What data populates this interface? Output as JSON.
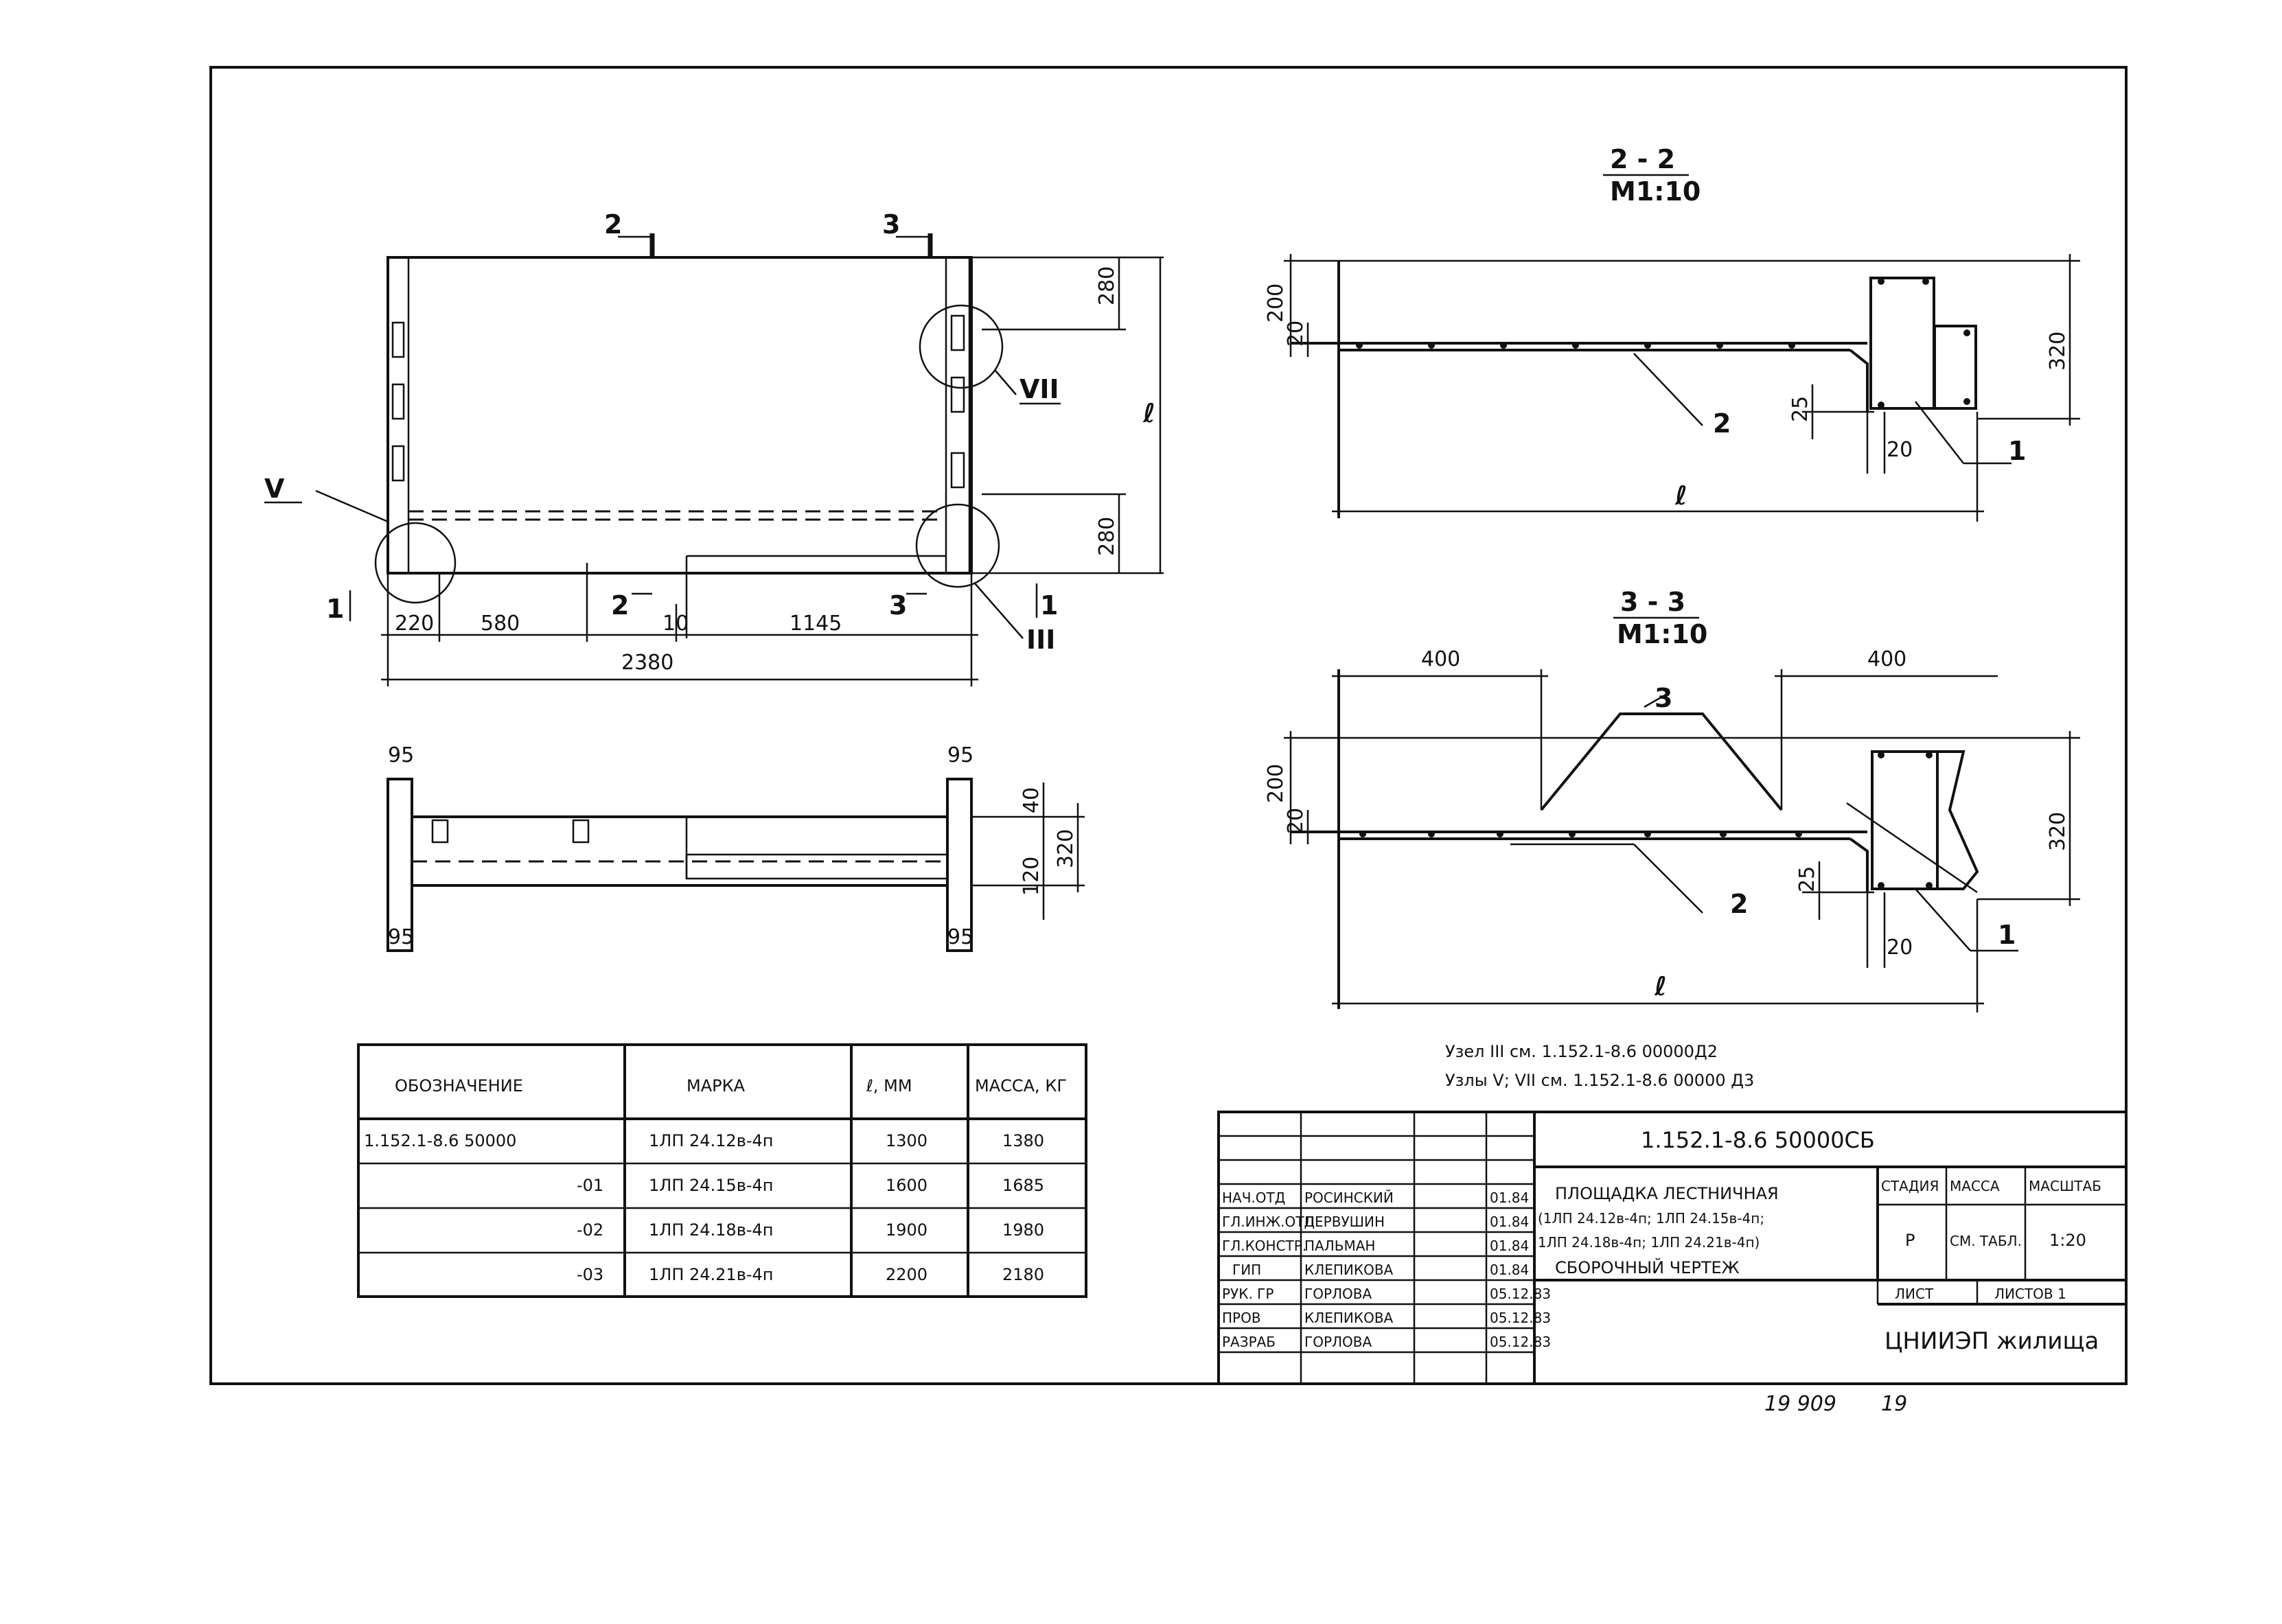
{
  "plan": {
    "cut_2": "2",
    "cut_3": "3",
    "cut_1": "1",
    "node_v": "V",
    "node_vii": "VII",
    "node_iii": "III",
    "dim_l": "ℓ",
    "dim_280_top": "280",
    "dim_280_bottom": "280",
    "dim_220": "220",
    "dim_580": "580",
    "dim_10": "10",
    "dim_1145": "1145",
    "dim_2380": "2380"
  },
  "elevation": {
    "dim_95_tl": "95",
    "dim_95_tr": "95",
    "dim_95_bl": "95",
    "dim_95_br": "95",
    "dim_40": "40",
    "dim_120": "120",
    "dim_320": "320"
  },
  "section_2": {
    "title": "2 - 2",
    "scale": "М1:10",
    "dim_200": "200",
    "dim_20": "20",
    "dim_320": "320",
    "dim_25": "25",
    "dim_20b": "20",
    "dim_l": "ℓ",
    "callout_1": "1",
    "callout_2": "2"
  },
  "section_3": {
    "title": "3 - 3",
    "scale": "М1:10",
    "dim_400_left": "400",
    "dim_400_right": "400",
    "dim_200": "200",
    "dim_20": "20",
    "dim_320": "320",
    "dim_25": "25",
    "dim_20b": "20",
    "dim_l": "ℓ",
    "callout_1": "1",
    "callout_2": "2",
    "callout_3": "3"
  },
  "notes": [
    "Узел III см. 1.152.1-8.6 00000Д2",
    "Узлы V; VII см. 1.152.1-8.6 00000 Д3"
  ],
  "spec_table": {
    "headers": [
      "ОБОЗНАЧЕНИЕ",
      "МАРКА",
      "ℓ, ММ",
      "МАССА, КГ"
    ],
    "rows": [
      [
        "1.152.1-8.6 50000",
        "1ЛП 24.12в-4п",
        "1300",
        "1380"
      ],
      [
        "-01",
        "1ЛП 24.15в-4п",
        "1600",
        "1685"
      ],
      [
        "-02",
        "1ЛП 24.18в-4п",
        "1900",
        "1980"
      ],
      [
        "-03",
        "1ЛП 24.21в-4п",
        "2200",
        "2180"
      ]
    ]
  },
  "title_block": {
    "doc_code": "1.152.1-8.6    50000СБ",
    "name_line1": "ПЛОЩАДКА ЛЕСТНИЧНАЯ",
    "name_line2": "(1ЛП 24.12в-4п; 1ЛП 24.15в-4п;",
    "name_line3": "1ЛП 24.18в-4п; 1ЛП 24.21в-4п)",
    "name_line4": "СБОРОЧНЫЙ ЧЕРТЕЖ",
    "stage_label": "СТАДИЯ",
    "mass_label": "МАССА",
    "scale_label": "МАСШТАБ",
    "stage_value": "Р",
    "mass_value": "СМ. ТАБЛ.",
    "scale_value": "1:20",
    "sheet_label": "ЛИСТ",
    "sheets_label": "ЛИСТОВ 1",
    "org": "ЦНИИЭП жилища",
    "staff": [
      {
        "role": "НАЧ.ОТД",
        "name": "РОСИНСКИЙ",
        "date": "01.84"
      },
      {
        "role": "ГЛ.ИНЖ.ОТД",
        "name": "ПЕРВУШИН",
        "date": "01.84"
      },
      {
        "role": "ГЛ.КОНСТР.",
        "name": "ПАЛЬМАН",
        "date": "01.84"
      },
      {
        "role": "ГИП",
        "name": "КЛЕПИКОВА",
        "date": "01.84"
      },
      {
        "role": "РУК. ГР",
        "name": "ГОРЛОВА",
        "date": "05.12.83"
      },
      {
        "role": "ПРОВ",
        "name": "КЛЕПИКОВА",
        "date": "05.12.83"
      },
      {
        "role": "РАЗРАБ",
        "name": "ГОРЛОВА",
        "date": "05.12.83"
      }
    ]
  },
  "footer": {
    "inventory": "19 909",
    "page": "19"
  }
}
